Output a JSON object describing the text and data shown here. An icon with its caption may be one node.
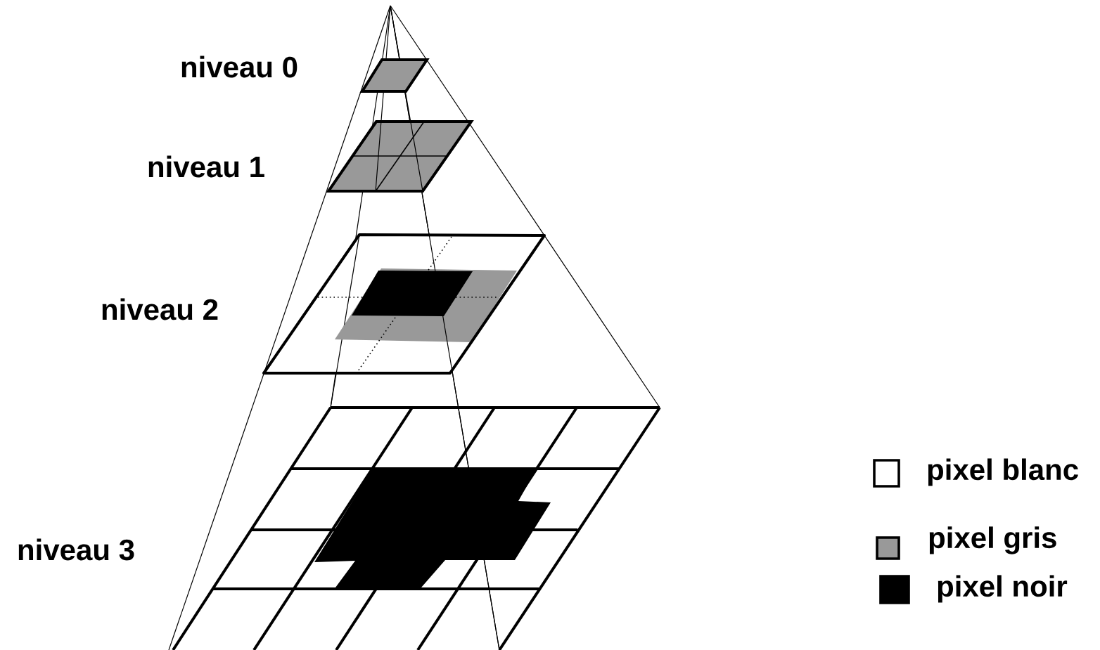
{
  "diagram": {
    "labels": [
      "niveau 0",
      "niveau 1",
      "niveau 2",
      "niveau 3"
    ],
    "legend": [
      {
        "text": "pixel blanc"
      },
      {
        "text": "pixel gris",
        "color": "#999999"
      },
      {
        "text": "pixel noir",
        "color": "#000000"
      }
    ]
  }
}
